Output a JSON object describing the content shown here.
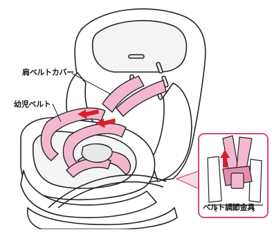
{
  "labels": {
    "shoulder_cover": "肩ベルトカバー",
    "infant_belt": "幼児ベルト",
    "adjuster": "ベルト調節金具"
  },
  "colors": {
    "outline": "#222222",
    "belt_pink": "#f3b8cf",
    "belt_dark": "#e58cb1",
    "arrow_red": "#d81f2b",
    "inset_frame": "#d4477c",
    "seat_fill": "#ffffff",
    "seat_shade": "#e9e9e9"
  },
  "icons": {
    "pull_arrows": "arrow-left-icon",
    "lift_arrow": "arrow-up-icon"
  }
}
